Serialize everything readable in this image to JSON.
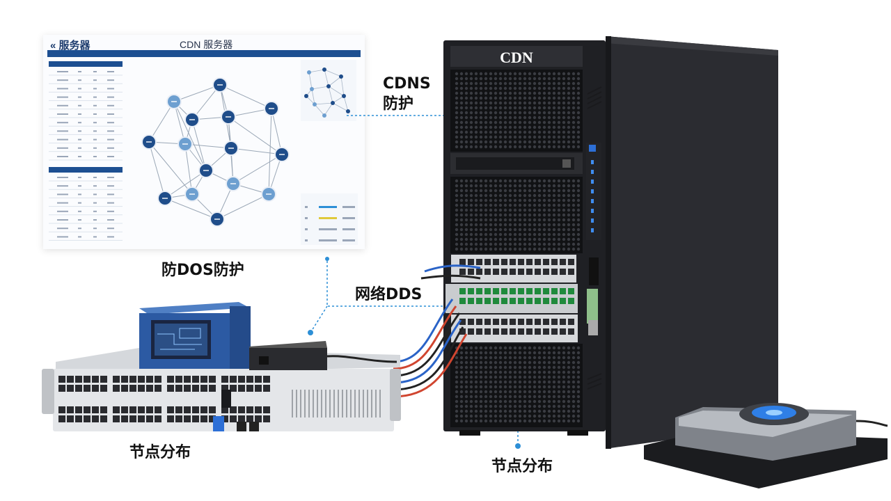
{
  "panel": {
    "back_title": "服务器",
    "title": "CDN 服务器"
  },
  "server": {
    "brand": "CDN"
  },
  "labels": {
    "cdns_line1": "CDNS",
    "cdns_line2": "防护",
    "anti_dos": "防DOS防护",
    "network_dds": "网络DDS",
    "node_left": "节点分布",
    "node_right": "节点分布"
  },
  "colors": {
    "panel_blue": "#1d4f91",
    "node_dark": "#1f4d8a",
    "node_light": "#6d9fd0",
    "callout": "#2d8fd6",
    "tower": "#26272b"
  },
  "icons": {
    "back": "double-chevron-left-icon"
  }
}
